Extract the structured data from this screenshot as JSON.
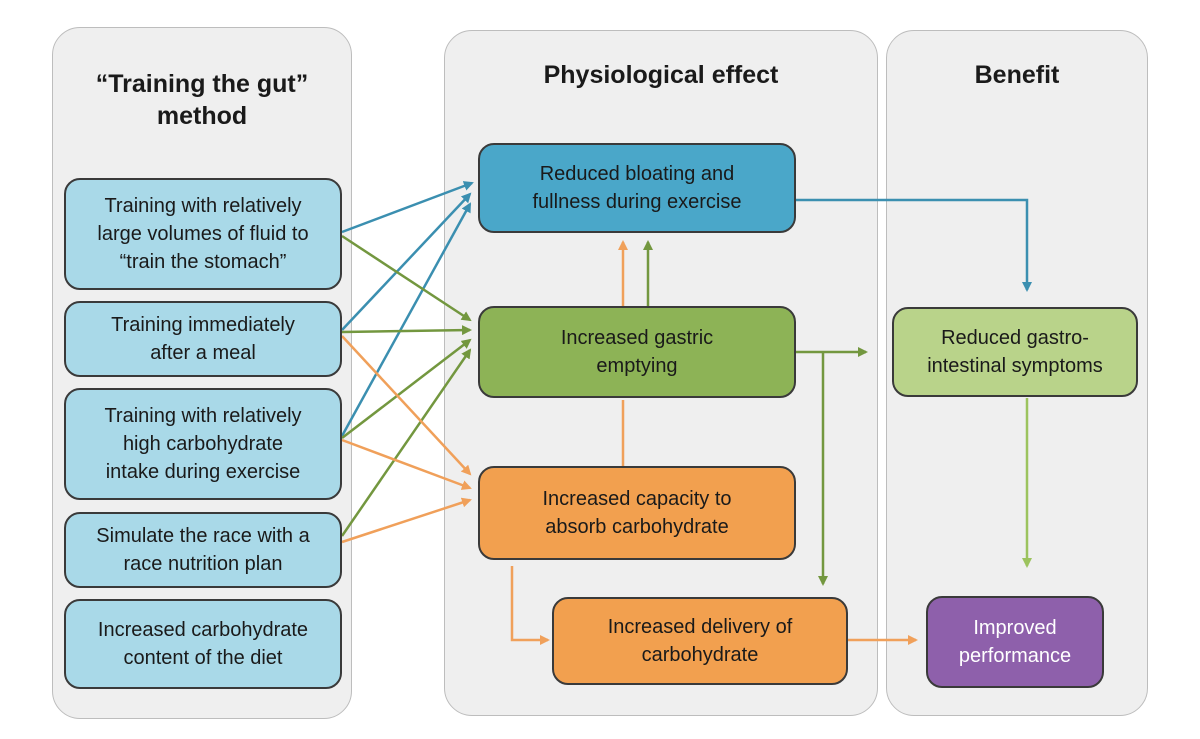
{
  "columns": {
    "method": {
      "title": "“Training the gut”\nmethod"
    },
    "effect": {
      "title": "Physiological effect"
    },
    "benefit": {
      "title": "Benefit"
    }
  },
  "methods": [
    {
      "id": "m1",
      "label": "Training with relatively\nlarge volumes of fluid to\n“train the stomach”"
    },
    {
      "id": "m2",
      "label": "Training immediately\nafter a meal"
    },
    {
      "id": "m3",
      "label": "Training with relatively\nhigh carbohydrate\nintake during exercise"
    },
    {
      "id": "m4",
      "label": "Simulate the race with a\nrace nutrition plan"
    },
    {
      "id": "m5",
      "label": "Increased carbohydrate\ncontent of the diet"
    }
  ],
  "effects": {
    "bloating": "Reduced bloating and\nfullness during exercise",
    "gastric": "Increased gastric\nemptying",
    "capacity": "Increased capacity to\nabsorb carbohydrate",
    "delivery": "Increased delivery of\ncarbohydrate"
  },
  "benefits": {
    "gi": "Reduced gastro-\nintestinal symptoms",
    "performance": "Improved\nperformance"
  },
  "colors": {
    "blue_arrow": "#3b8fb0",
    "green_arrow": "#73973f",
    "orange_arrow": "#f0a05a",
    "lightgreen_arrow": "#9cc35e"
  }
}
